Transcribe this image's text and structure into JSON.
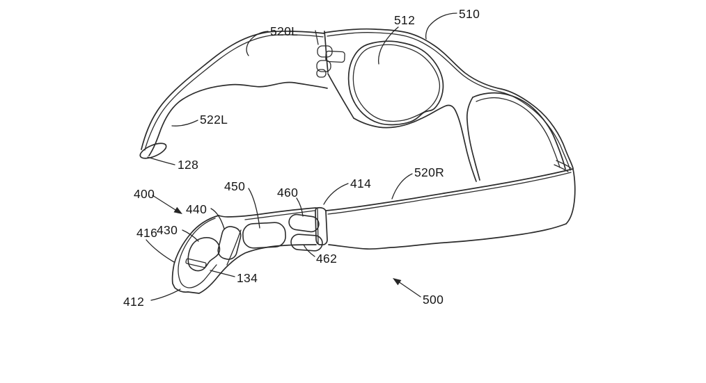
{
  "figure": {
    "background_color": "#ffffff",
    "line_color": "#2c2c2c",
    "kind": "patent-line-drawing-eyeglasses-with-attachment-device"
  },
  "labels": {
    "l520L": {
      "text": "520L"
    },
    "l512": {
      "text": "512"
    },
    "l510": {
      "text": "510"
    },
    "l522L": {
      "text": "522L"
    },
    "l128": {
      "text": "128"
    },
    "l400": {
      "text": "400"
    },
    "l440": {
      "text": "440"
    },
    "l450": {
      "text": "450"
    },
    "l460": {
      "text": "460"
    },
    "l414": {
      "text": "414"
    },
    "l520R": {
      "text": "520R"
    },
    "l416": {
      "text": "416"
    },
    "l430": {
      "text": "430"
    },
    "l412": {
      "text": "412"
    },
    "l134": {
      "text": "134"
    },
    "l462": {
      "text": "462"
    },
    "l500": {
      "text": "500"
    }
  }
}
